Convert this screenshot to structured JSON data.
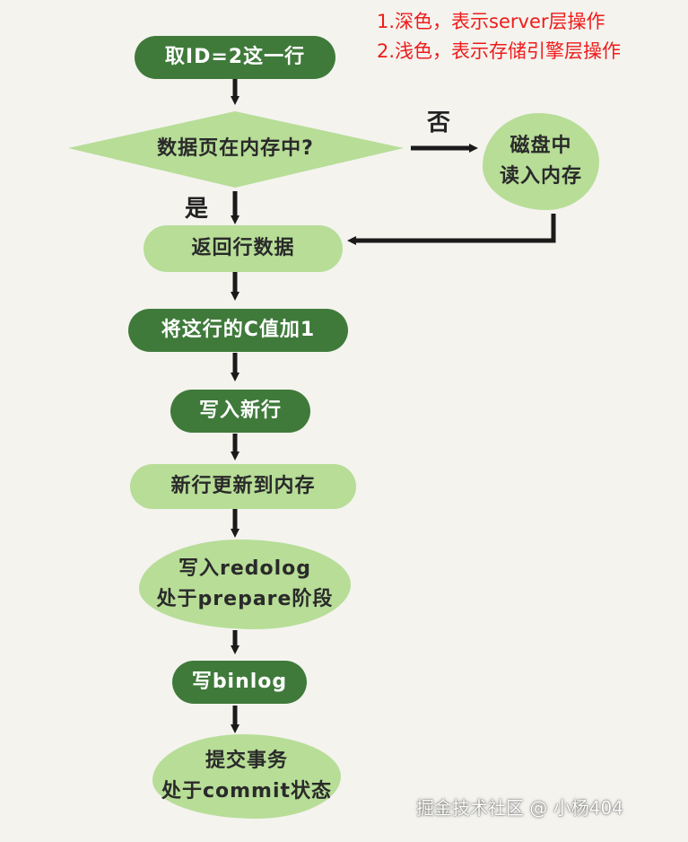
{
  "legend": {
    "line1": "1.深色，表示server层操作",
    "line2": "2.浅色，表示存储引擎层操作"
  },
  "colors": {
    "server_layer": "#3f7a3a",
    "engine_layer": "#b7dd97",
    "legend_text": "#ee1c1c"
  },
  "nodes": {
    "fetch_row": "取ID=2这一行",
    "in_memory_question": "数据页在内存中?",
    "disk_read_line1": "磁盘中",
    "disk_read_line2": "读入内存",
    "return_row": "返回行数据",
    "increment_c": "将这行的C值加1",
    "write_new_row": "写入新行",
    "update_memory": "新行更新到内存",
    "redolog_line1": "写入redolog",
    "redolog_line2": "处于prepare阶段",
    "write_binlog": "写binlog",
    "commit_line1": "提交事务",
    "commit_line2": "处于commit状态"
  },
  "edge_labels": {
    "no": "否",
    "yes": "是"
  },
  "watermark": "掘金技术社区 @ 小杨404"
}
